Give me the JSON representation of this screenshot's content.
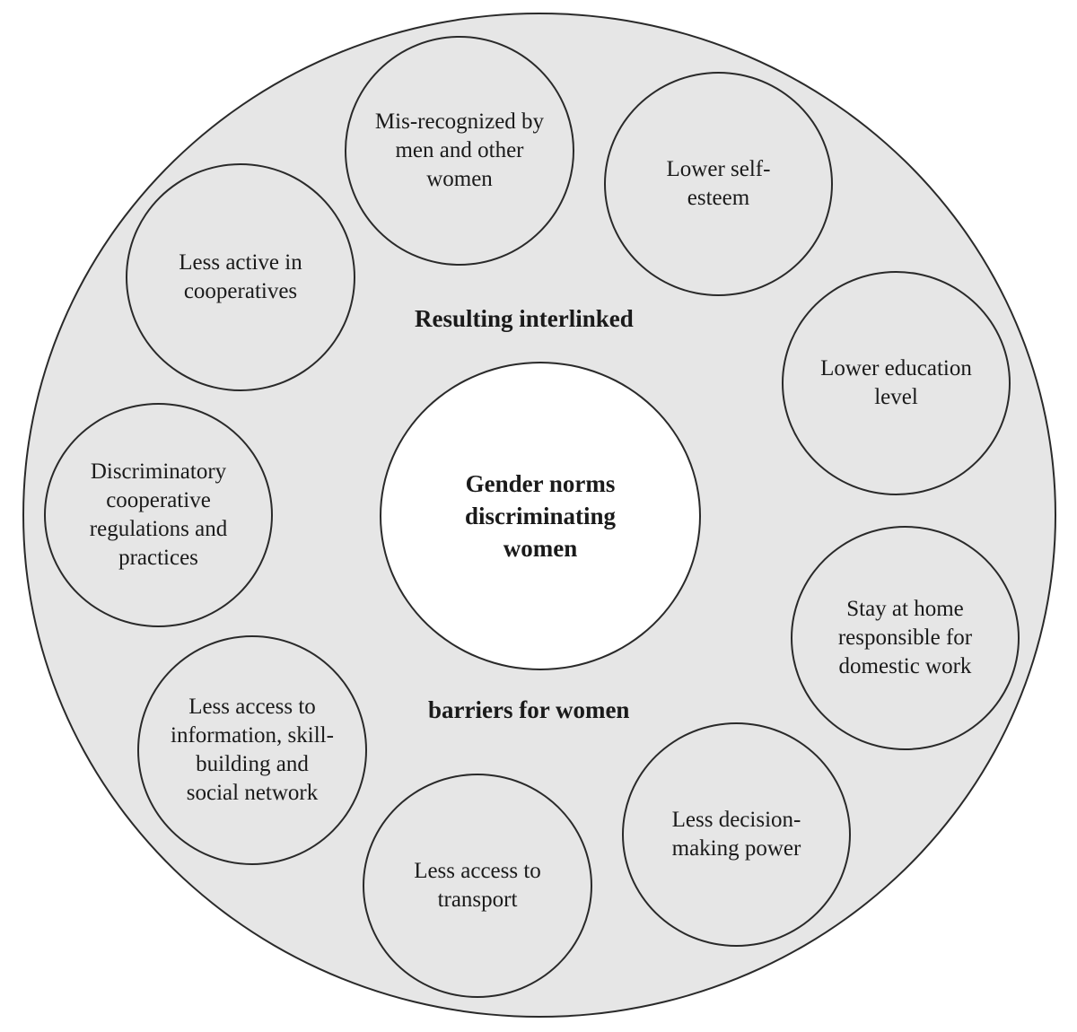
{
  "center": {
    "text": "Gender norms discriminating women"
  },
  "outer_label": {
    "top": "Resulting interlinked",
    "bottom": "barriers for women"
  },
  "barriers": [
    "Mis-recognized by men and other women",
    "Lower self-esteem",
    "Lower education level",
    "Stay at home responsible for domestic work",
    "Less decision-making power",
    "Less access to transport",
    "Less access to information, skill-building and social network",
    "Discriminatory cooperative regulations and practices",
    "Less active in cooperatives"
  ],
  "colors": {
    "outer_fill": "#e6e6e6",
    "center_fill": "#ffffff",
    "stroke": "#2a2a2a",
    "text": "#1a1a1a"
  }
}
